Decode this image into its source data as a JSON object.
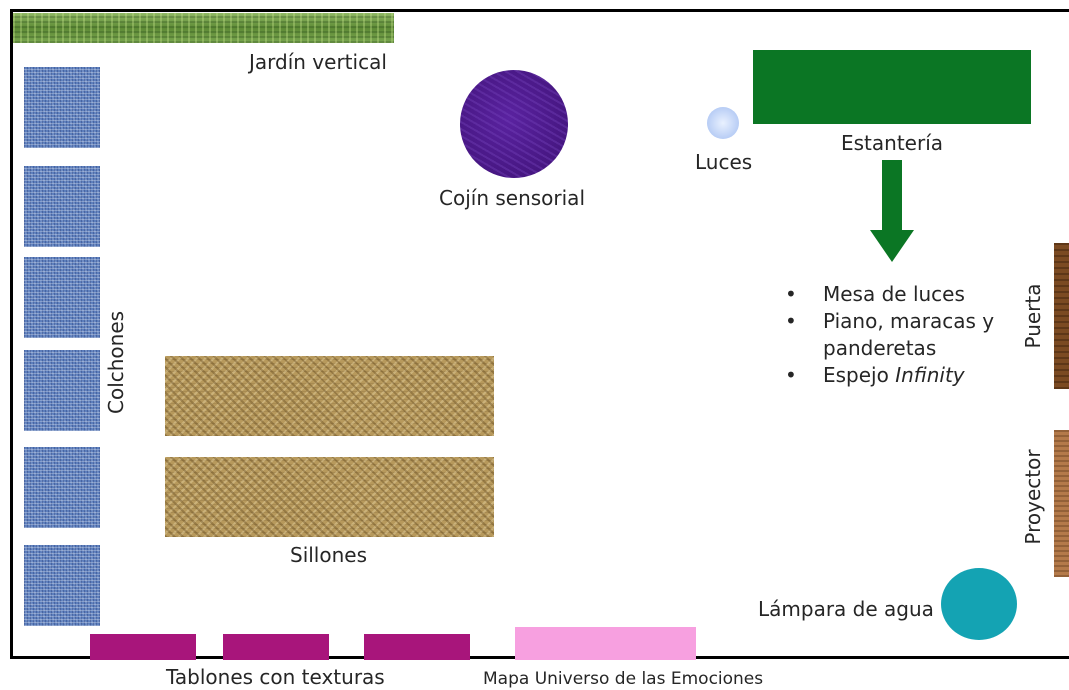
{
  "labels": {
    "jardin": "Jardín vertical",
    "cojin": "Cojín sensorial",
    "luces": "Luces",
    "estanteria": "Estantería",
    "colchones": "Colchones",
    "sillones": "Sillones",
    "puerta": "Puerta",
    "proyector": "Proyector",
    "lampara": "Lámpara de agua",
    "tablones": "Tablones con texturas",
    "mapa": "Mapa Universo de las Emociones"
  },
  "shelf_items": [
    {
      "text": "Mesa de luces"
    },
    {
      "text": "Piano, maracas y panderetas"
    },
    {
      "text": "Espejo ",
      "italic": "Infinity"
    }
  ],
  "colors": {
    "wall": "#000000",
    "mattress": "#5d7fbd",
    "armchair": "#b7995c",
    "garden": "#6f9a44",
    "cushion": "#4a1888",
    "light": "#b8cdf5",
    "shelf": "#0b7624",
    "arrow": "#0b7624",
    "door": "#7b4a22",
    "projector": "#b47a4a",
    "lamp": "#14a3b3",
    "plank": "#a8157b",
    "map": "#f7a0e0"
  }
}
